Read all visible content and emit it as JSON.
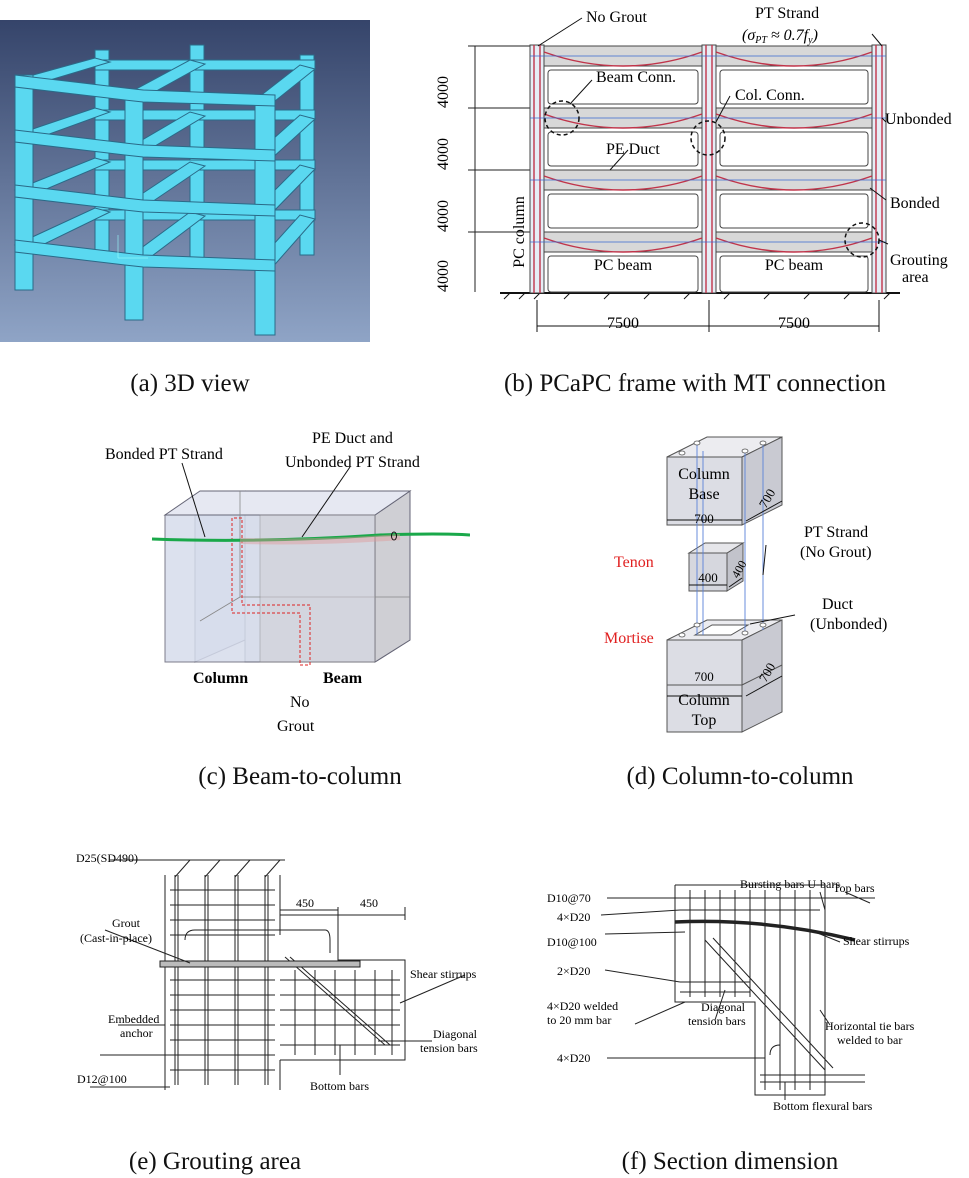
{
  "panels": {
    "a": {
      "caption": "(a) 3D view"
    },
    "b": {
      "caption": "(b) PCaPC frame with MT connection",
      "story_heights": [
        "4000",
        "4000",
        "4000",
        "4000"
      ],
      "bay_widths": [
        "7500",
        "7500"
      ],
      "labels": {
        "no_grout": "No Grout",
        "pt_strand": "PT Strand",
        "beam_conn": "Beam Conn.",
        "col_conn": "Col. Conn.",
        "unbonded": "Unbonded",
        "pe_duct": "PE Duct",
        "bonded": "Bonded",
        "pc_column": "PC column",
        "pc_beam_1": "PC beam",
        "pc_beam_2": "PC beam",
        "grouting": "Grouting",
        "area": "area"
      }
    },
    "c": {
      "caption": "(c) Beam-to-column",
      "labels": {
        "bonded_pt": "Bonded PT Strand",
        "pe_duct_1": "PE Duct and",
        "pe_duct_2": "Unbonded PT Strand",
        "column": "Column",
        "beam": "Beam",
        "no": "No",
        "grout": "Grout"
      }
    },
    "d": {
      "caption": "(d) Column-to-column",
      "labels": {
        "col_base_1": "Column",
        "col_base_2": "Base",
        "dim_700_a": "700",
        "dim_700_b": "700",
        "pt_strand_1": "PT Strand",
        "pt_strand_2": "(No Grout)",
        "tenon": "Tenon",
        "dim_400_a": "400",
        "dim_400_b": "400",
        "duct_1": "Duct",
        "duct_2": "(Unbonded)",
        "mortise": "Mortise",
        "dim_700_c": "700",
        "dim_700_d": "700",
        "col_top_1": "Column",
        "col_top_2": "Top"
      },
      "colors": {
        "tenon_mortise": "#e02020"
      }
    },
    "e": {
      "caption": "(e) Grouting area",
      "labels": {
        "d25": "D25(SD490)",
        "dim_450_a": "450",
        "dim_450_b": "450",
        "grout_1": "Grout",
        "grout_2": "(Cast-in-place)",
        "shear_stirrups": "Shear stirrups",
        "embedded_1": "Embedded",
        "embedded_2": "anchor",
        "diag_1": "Diagonal",
        "diag_2": "tension bars",
        "d12": "D12@100",
        "bottom_bars": "Bottom bars"
      }
    },
    "f": {
      "caption": "(f) Section dimension",
      "labels": {
        "d10_70": "D10@70",
        "bursting": "Bursting bars U-bars",
        "top_bars": "Top bars",
        "d20_4a": "4×D20",
        "d10_100": "D10@100",
        "shear_stirrups": "Shear stirrups",
        "d20_2": "2×D20",
        "welded_1": "4×D20 welded",
        "welded_2": "to 20 mm bar",
        "diag_1": "Diagonal",
        "diag_2": "tension bars",
        "htie_1": "Horizontal tie bars",
        "htie_2": "welded to bar",
        "d20_4b": "4×D20",
        "bottom_flex": "Bottom flexural bars"
      }
    }
  },
  "colors": {
    "model_cyan": "#5ad8f0",
    "model_bg_top": "#3a4a6e",
    "model_bg_bottom": "#8da2c4",
    "strand_red": "#c0344a",
    "bonded_green": "#1aa84a"
  }
}
